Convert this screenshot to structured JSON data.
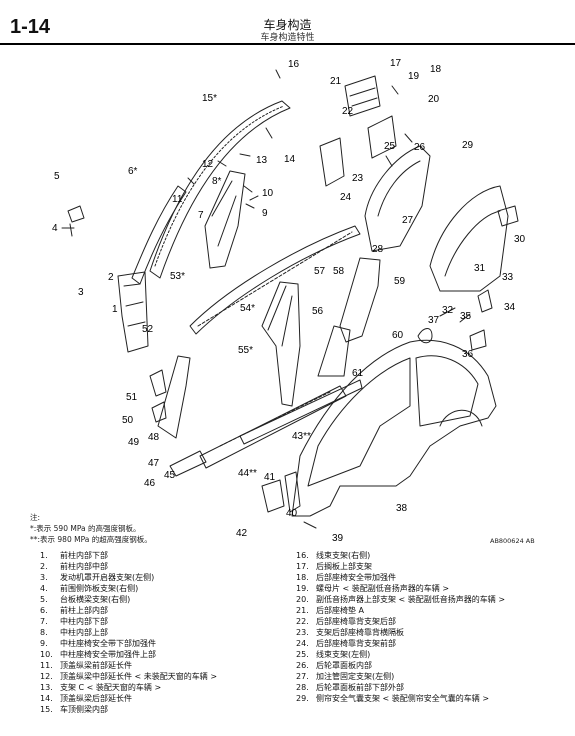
{
  "header": {
    "page_number": "1-14",
    "title": "车身构造",
    "subtitle": "车身构造特性"
  },
  "notes": {
    "prefix": "注:",
    "items": [
      "*:表示 590 MPa 的高强度钢板。",
      "**:表示 980 MPa 的超高强度钢板。"
    ]
  },
  "figure_code": "AB800624 AB",
  "callouts": [
    "1",
    "2",
    "3",
    "4",
    "5",
    "6*",
    "7",
    "8*",
    "9",
    "10",
    "11",
    "12",
    "13",
    "14",
    "15*",
    "16",
    "17",
    "18",
    "19",
    "20",
    "21",
    "22",
    "23",
    "24",
    "25",
    "26",
    "27",
    "28",
    "29",
    "30",
    "31",
    "32",
    "33",
    "34",
    "35",
    "36",
    "37",
    "38",
    "39",
    "40",
    "41",
    "42",
    "43**",
    "44**",
    "45",
    "46",
    "47",
    "48",
    "49",
    "50",
    "51",
    "52",
    "53*",
    "54*",
    "55*",
    "56",
    "57",
    "58",
    "59",
    "60",
    "61"
  ],
  "legend": {
    "col1": [
      {
        "n": "1.",
        "t": "前柱内部下部"
      },
      {
        "n": "2.",
        "t": "前柱内部中部"
      },
      {
        "n": "3.",
        "t": "发动机罩开启器支架(左侧)"
      },
      {
        "n": "4.",
        "t": "前围侧饰板支架(右侧)"
      },
      {
        "n": "5.",
        "t": "台板横梁支架(右侧)"
      },
      {
        "n": "6.",
        "t": "前柱上部内部"
      },
      {
        "n": "7.",
        "t": "中柱内部下部"
      },
      {
        "n": "8.",
        "t": "中柱内部上部"
      },
      {
        "n": "9.",
        "t": "中柱座椅安全带下部加强件"
      },
      {
        "n": "10.",
        "t": "中柱座椅安全带加强件上部"
      },
      {
        "n": "11.",
        "t": "顶盖纵梁前部延长件"
      },
      {
        "n": "12.",
        "t": "顶盖纵梁中部延长件 < 未装配天窗的车辆 >"
      },
      {
        "n": "13.",
        "t": "支架 C < 装配天窗的车辆 >"
      },
      {
        "n": "14.",
        "t": "顶盖纵梁后部延长件"
      },
      {
        "n": "15.",
        "t": "车顶侧梁内部"
      }
    ],
    "col2": [
      {
        "n": "16.",
        "t": "线束支架(右侧)"
      },
      {
        "n": "17.",
        "t": "后搁板上部支架"
      },
      {
        "n": "18.",
        "t": "后部座椅安全带加强件"
      },
      {
        "n": "19.",
        "t": "螺母片 < 装配副低音扬声器的车辆 >"
      },
      {
        "n": "20.",
        "t": "副低音扬声器上部支架 < 装配副低音扬声器的车辆 >"
      },
      {
        "n": "21.",
        "t": "后部座椅垫 A"
      },
      {
        "n": "22.",
        "t": "后部座椅靠背支架后部"
      },
      {
        "n": "23.",
        "t": "支架后部座椅靠背横隔板"
      },
      {
        "n": "24.",
        "t": "后部座椅靠背支架前部"
      },
      {
        "n": "25.",
        "t": "线束支架(左侧)"
      },
      {
        "n": "26.",
        "t": "后轮罩面板内部"
      },
      {
        "n": "27.",
        "t": "加注管固定支架(左侧)"
      },
      {
        "n": "28.",
        "t": "后轮罩面板前部下部外部"
      },
      {
        "n": "29.",
        "t": "侧帘安全气囊支架 < 装配侧帘安全气囊的车辆 >"
      }
    ]
  }
}
